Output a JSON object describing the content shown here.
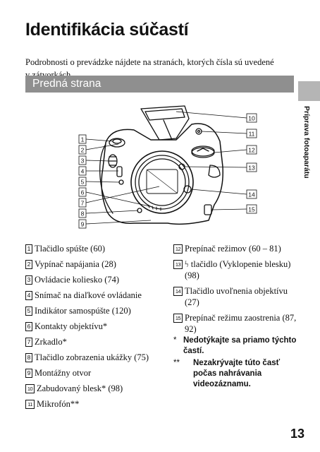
{
  "page": {
    "title": "Identifikácia súčastí",
    "intro": "Podrobnosti o prevádzke nájdete na stranách, ktorých čísla sú uvedené v zátvorkách.",
    "section_title": "Predná strana",
    "side_label": "Príprava fotoaparátu",
    "page_number": "13"
  },
  "callouts": [
    "1",
    "2",
    "3",
    "4",
    "5",
    "6",
    "7",
    "8",
    "9",
    "10",
    "11",
    "12",
    "13",
    "14",
    "15"
  ],
  "legend_left": [
    {
      "num": "1",
      "text": "Tlačidlo spúšte (60)"
    },
    {
      "num": "2",
      "text": "Vypínač napájania (28)"
    },
    {
      "num": "3",
      "text": "Ovládacie koliesko (74)"
    },
    {
      "num": "4",
      "text": "Snímač na diaľkové ovládanie"
    },
    {
      "num": "5",
      "text": "Indikátor samospúšte (120)"
    },
    {
      "num": "6",
      "text": "Kontakty objektívu*"
    },
    {
      "num": "7",
      "text": "Zrkadlo*"
    },
    {
      "num": "8",
      "text": "Tlačidlo zobrazenia ukážky (75)"
    },
    {
      "num": "9",
      "text": "Montážny otvor"
    },
    {
      "num": "10",
      "text": "Zabudovaný blesk* (98)"
    },
    {
      "num": "11",
      "text": "Mikrofón**"
    }
  ],
  "legend_right": [
    {
      "num": "12",
      "text": "Prepínač režimov (60 – 81)"
    },
    {
      "num": "13",
      "text": "ϟ tlačidlo (Vyklopenie blesku) (98)"
    },
    {
      "num": "14",
      "text": "Tlačidlo uvoľnenia objektívu (27)"
    },
    {
      "num": "15",
      "text": "Prepínač režimu zaostrenia (87, 92)"
    }
  ],
  "notes": [
    {
      "mark": "*",
      "text": "Nedotýkajte sa priamo týchto častí."
    },
    {
      "mark": "**",
      "text": "Nezakrývajte túto časť počas nahrávania videozáznamu."
    }
  ]
}
